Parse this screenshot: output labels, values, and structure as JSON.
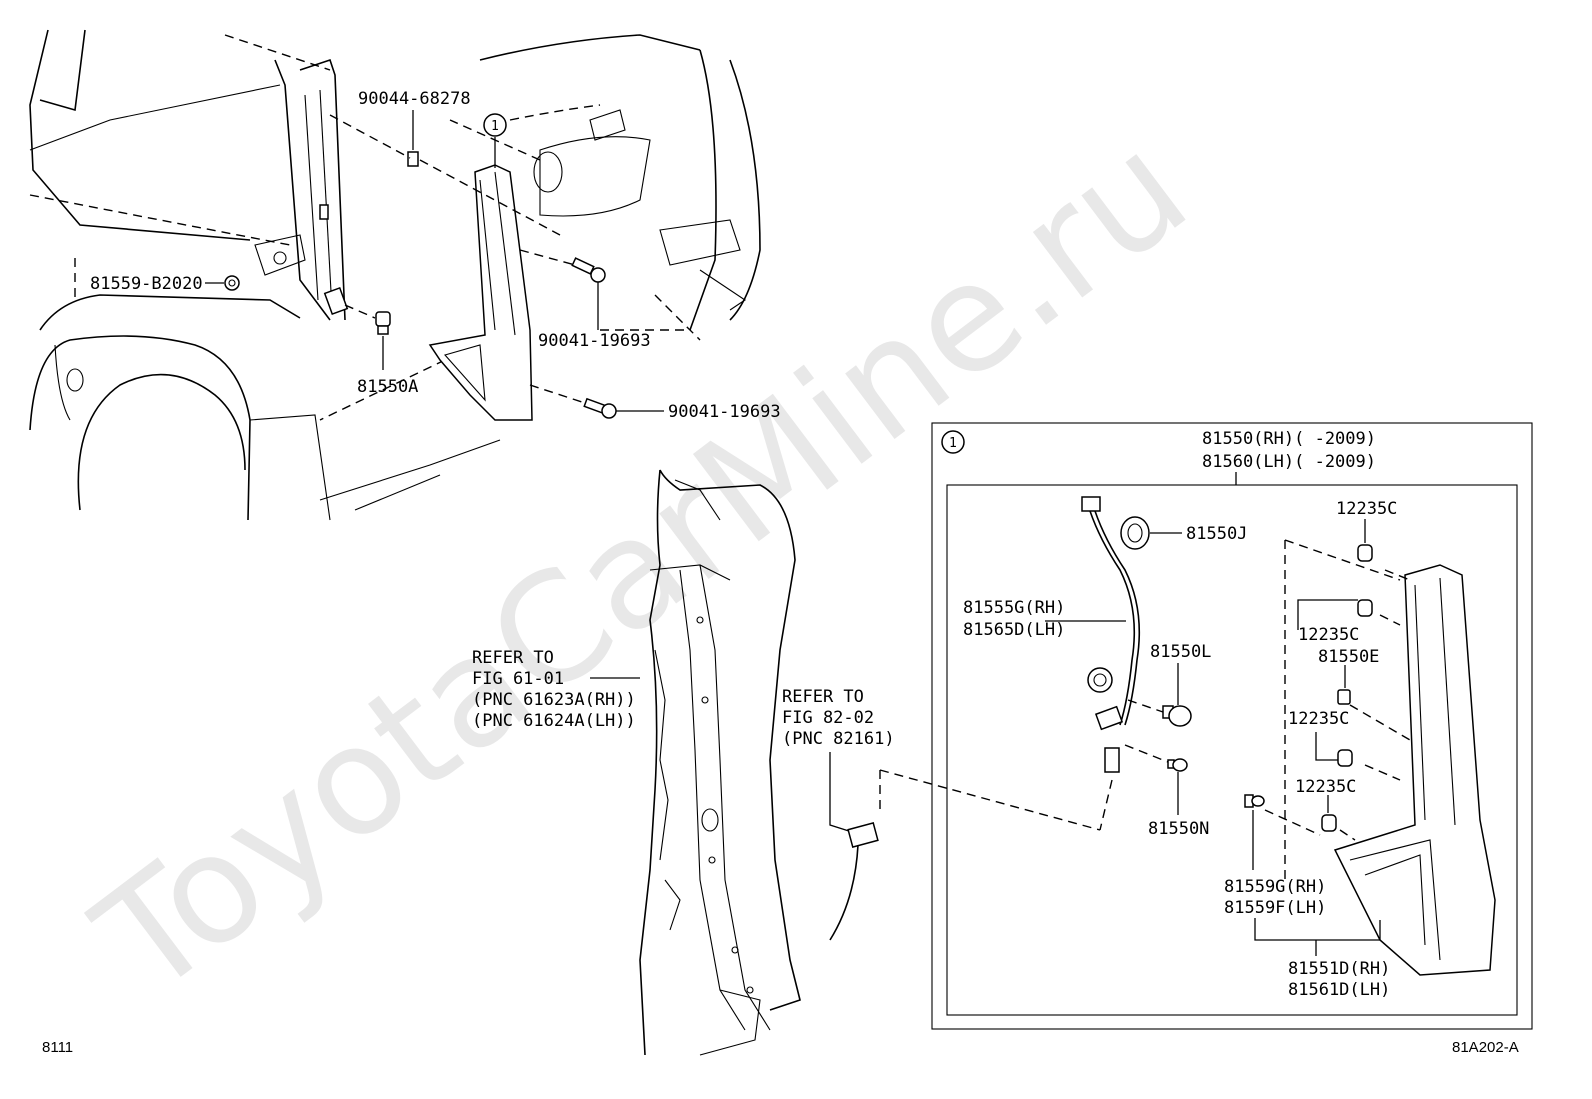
{
  "watermark": "ToyotaCarMine.ru",
  "footer": {
    "left_code": "8111",
    "right_code": "81A202-A"
  },
  "callout_marker": "1",
  "labels": {
    "p90044": "90044-68278",
    "p81559b": "81559-B2020",
    "p90041a": "90041-19693",
    "p90041b": "90041-19693",
    "p81550a": "81550A"
  },
  "refer_61": [
    "REFER TO",
    "FIG 61-01",
    "(PNC 61623A(RH))",
    "(PNC 61624A(LH))"
  ],
  "refer_82": [
    "REFER TO",
    "FIG 82-02",
    "(PNC 82161)"
  ],
  "assembly": {
    "title_rh": "81550(RH)(    -2009)",
    "title_lh": "81560(LH)(    -2009)",
    "parts": {
      "p81550j": "81550J",
      "p81555g": "81555G(RH)",
      "p81565d": "81565D(LH)",
      "p81550l": "81550L",
      "p81550n": "81550N",
      "p12235c_1": "12235C",
      "p12235c_2": "12235C",
      "p81550e": "81550E",
      "p12235c_3": "12235C",
      "p12235c_4": "12235C",
      "p81559g": "81559G(RH)",
      "p81559f": "81559F(LH)",
      "p81551d": "81551D(RH)",
      "p81561d": "81561D(LH)"
    }
  }
}
